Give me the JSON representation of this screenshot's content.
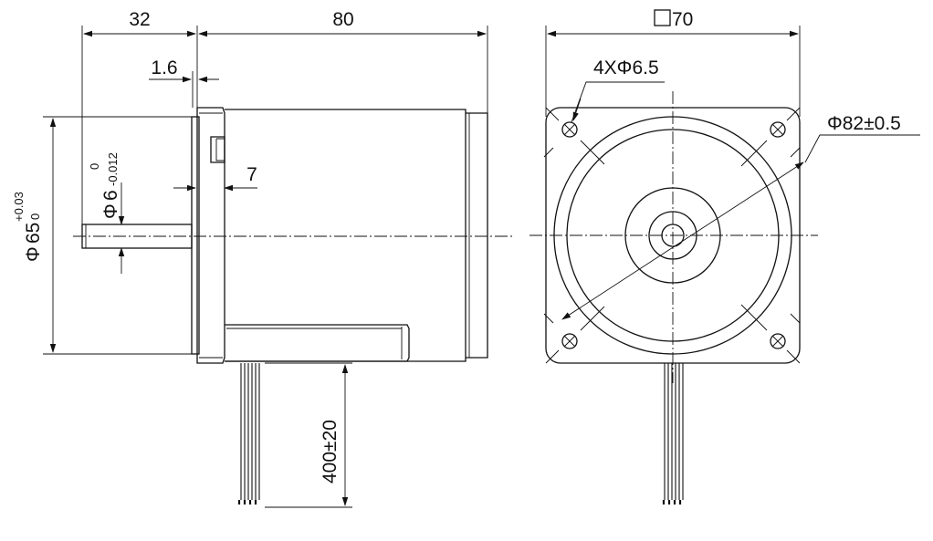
{
  "side_view": {
    "dim_shaft_length": "32",
    "dim_body_length": "80",
    "dim_flange_thickness": "1.6",
    "dim_boss_height": "7",
    "dim_shaft_dia_symbol": "Φ",
    "dim_shaft_dia_value": "6",
    "dim_shaft_dia_tol_upper": "0",
    "dim_shaft_dia_tol_lower": "-0.012",
    "dim_pilot_dia_symbol": "Φ",
    "dim_pilot_dia_value": "65",
    "dim_pilot_dia_tol_upper": "+0.03",
    "dim_pilot_dia_tol_lower": "0",
    "dim_lead_length": "400±20"
  },
  "front_view": {
    "dim_flange_square": "70",
    "dim_mount_holes": "4XΦ6.5",
    "dim_bolt_circle": "Φ82±0.5"
  }
}
